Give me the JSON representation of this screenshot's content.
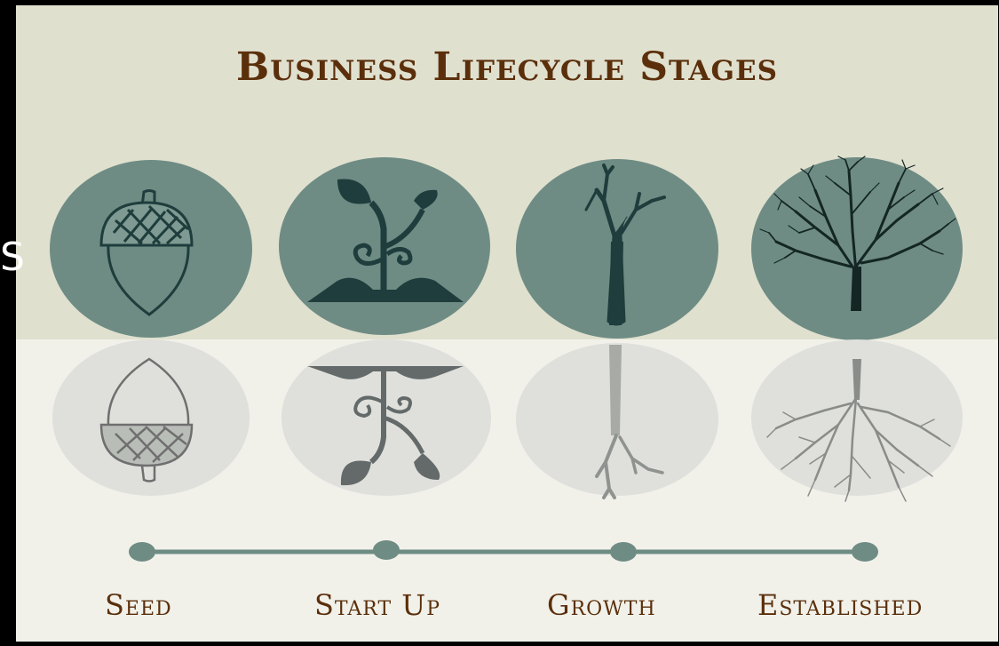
{
  "title": "Business Lifecycle Stages",
  "edge_fragment": "S",
  "stages": [
    {
      "label": "Seed",
      "icon": "acorn-icon"
    },
    {
      "label": "Start Up",
      "icon": "sprout-icon"
    },
    {
      "label": "Growth",
      "icon": "sapling-icon"
    },
    {
      "label": "Established",
      "icon": "tree-icon"
    }
  ],
  "colors": {
    "title": "#5b2f0b",
    "circle": "#6e8c84",
    "dark": "#1e3d3c",
    "upper_bg": "#e0e0cf",
    "lower_bg": "#f1f1ea",
    "reflection": "#dfe0dc"
  }
}
